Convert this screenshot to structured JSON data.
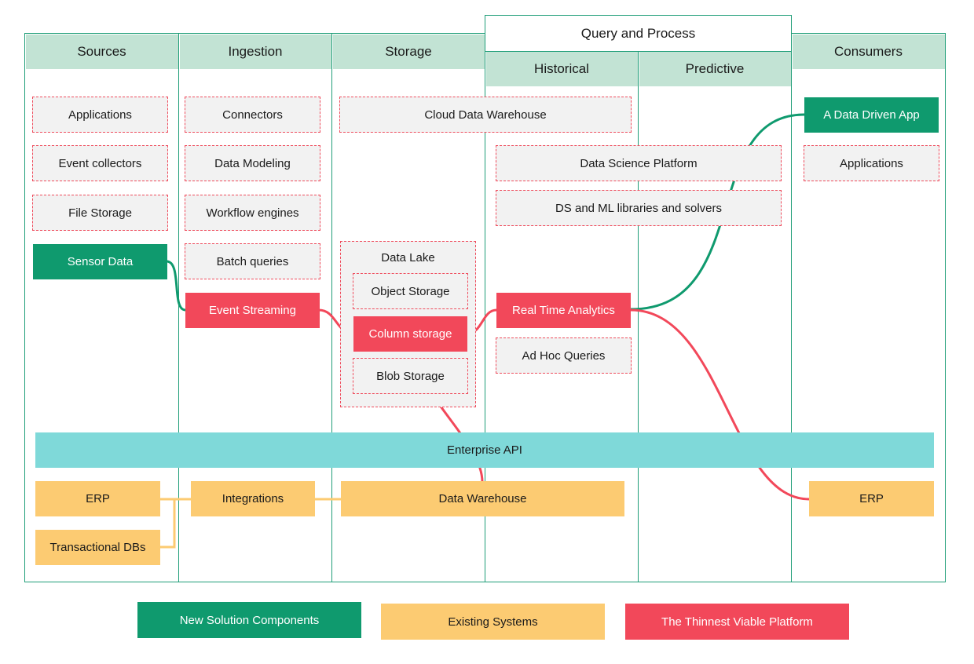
{
  "columns": {
    "sources": "Sources",
    "ingestion": "Ingestion",
    "storage": "Storage",
    "query_process": "Query and Process",
    "historical": "Historical",
    "predictive": "Predictive",
    "consumers": "Consumers"
  },
  "sources": {
    "applications": "Applications",
    "event_collectors": "Event collectors",
    "file_storage": "File Storage",
    "sensor_data": "Sensor Data",
    "erp": "ERP",
    "transactional_dbs": "Transactional DBs"
  },
  "ingestion": {
    "connectors": "Connectors",
    "data_modeling": "Data Modeling",
    "workflow_engines": "Workflow engines",
    "batch_queries": "Batch queries",
    "event_streaming": "Event Streaming",
    "integrations": "Integrations"
  },
  "storage": {
    "cloud_dw": "Cloud Data Warehouse",
    "data_lake": "Data Lake",
    "object_storage": "Object Storage",
    "column_storage": "Column storage",
    "blob_storage": "Blob Storage",
    "data_warehouse": "Data Warehouse"
  },
  "query": {
    "ds_platform": "Data Science Platform",
    "ds_ml_libs": "DS and ML libraries and solvers",
    "real_time_analytics": "Real Time Analytics",
    "ad_hoc_queries": "Ad Hoc Queries"
  },
  "consumers": {
    "data_driven_app": "A Data Driven App",
    "applications": "Applications",
    "erp": "ERP"
  },
  "enterprise_api": "Enterprise API",
  "legend": {
    "new": "New Solution Components",
    "existing": "Existing Systems",
    "thinnest": "The Thinnest Viable Platform"
  },
  "colors": {
    "column_border": "#1f9e78",
    "header_fill": "#c2e3d4",
    "new_components": "#0f9a6e",
    "existing_systems": "#fccb72",
    "thinnest_platform": "#f2485a",
    "enterprise_api": "#7fd9d9",
    "placeholder_fill": "#f2f2f2"
  }
}
